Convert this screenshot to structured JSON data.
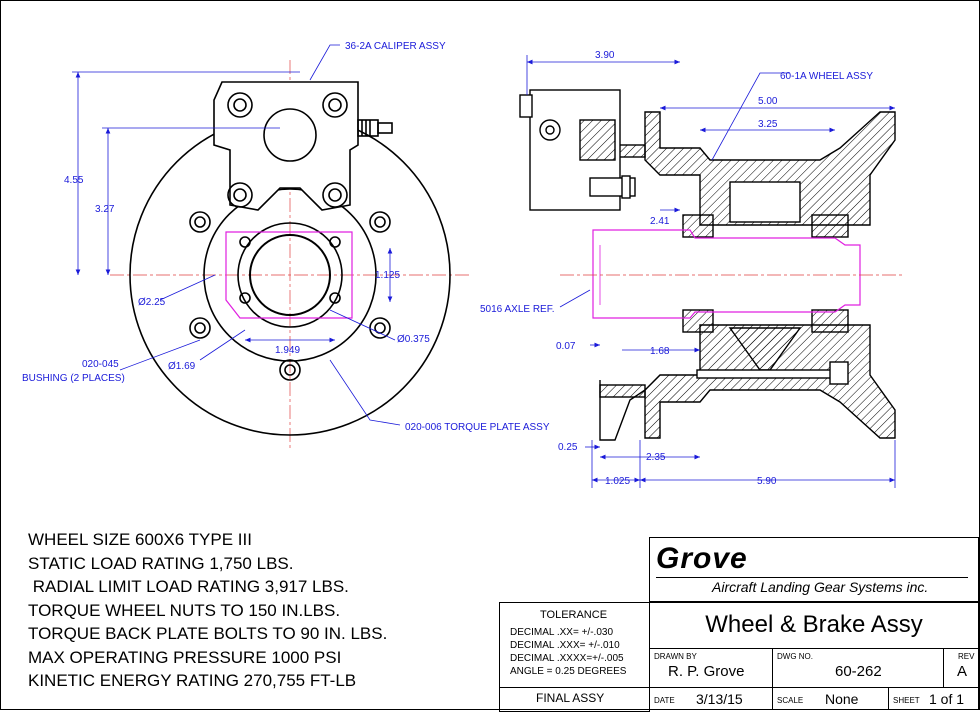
{
  "drawing": {
    "callouts": {
      "caliper": "36-2A CALIPER ASSY",
      "wheel": "60-1A WHEEL ASSY",
      "axle": "5016 AXLE REF.",
      "bushing_line1": "020-045",
      "bushing_line2": "BUSHING (2 PLACES)",
      "torque_plate": "020-006 TORQUE PLATE ASSY"
    },
    "dimensions": {
      "d455": "4.55",
      "d327": "3.27",
      "d1125": "1.125",
      "d225": "Ø2.25",
      "d1949": "1.949",
      "d0375": "Ø0.375",
      "d169": "Ø1.69",
      "d390": "3.90",
      "d500": "5.00",
      "d325": "3.25",
      "d241": "2.41",
      "d007": "0.07",
      "d168": "1.68",
      "d025": "0.25",
      "d235": "2.35",
      "d1025": "1.025",
      "d590": "5.90"
    }
  },
  "notes": [
    "WHEEL SIZE 600X6 TYPE III",
    "STATIC LOAD RATING 1,750 LBS.",
    " RADIAL LIMIT LOAD RATING 3,917 LBS.",
    "TORQUE WHEEL NUTS TO 150 IN.LBS.",
    "TORQUE BACK PLATE BOLTS TO 90 IN. LBS.",
    "MAX OPERATING PRESSURE 1000 PSI",
    "KINETIC ENERGY RATING 270,755 FT-LB"
  ],
  "title_block": {
    "company_name": "Grove",
    "company_subtitle": "Aircraft Landing Gear Systems inc.",
    "title": "Wheel & Brake Assy",
    "tolerance_heading": "TOLERANCE",
    "tolerance_lines": [
      "DECIMAL  .XX=  +/-.030",
      "DECIMAL  .XXX= +/-.010",
      "DECIMAL  .XXXX=+/-.005",
      "ANGLE = 0.25 DEGREES"
    ],
    "drawn_by_label": "DRAWN  BY",
    "drawn_by": "R. P. Grove",
    "dwg_no_label": "DWG  NO.",
    "dwg_no": "60-262",
    "rev_label": "REV",
    "rev": "A",
    "final_assy": "FINAL ASSY",
    "date_label": "DATE",
    "date": "3/13/15",
    "scale_label": "SCALE",
    "scale": "None",
    "sheet_label": "SHEET",
    "sheet": "1 of 1"
  }
}
